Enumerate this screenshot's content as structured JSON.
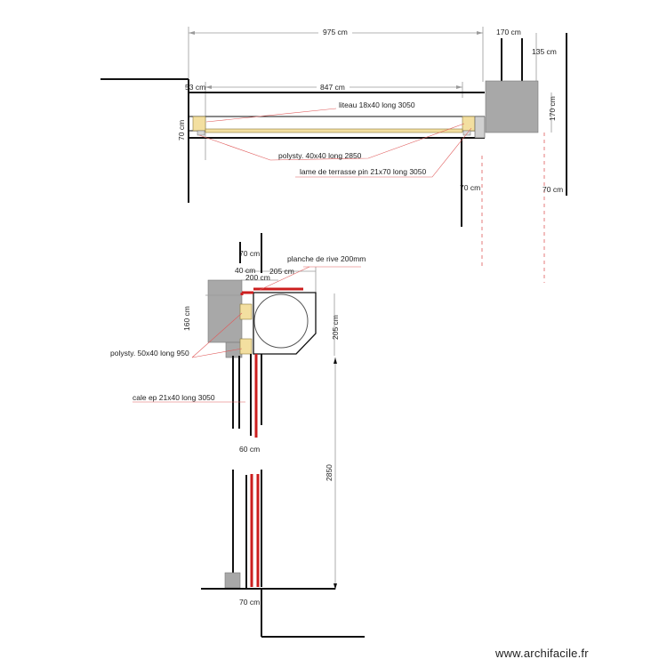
{
  "dimensions": {
    "top_width": "975 cm",
    "top_right_width": "170 cm",
    "top_right_height": "135 cm",
    "inner_width": "847 cm",
    "left_offset": "53 cm",
    "left_height": "70 cm",
    "block_height": "170 cm",
    "drop_a": "70 cm",
    "drop_b": "70 cm",
    "section_top": "70 cm",
    "section_40": "40 cm",
    "section_205_top": "205 cm",
    "section_200": "200 cm",
    "section_160": "160 cm",
    "section_205_right": "205 cm",
    "section_60": "60 cm",
    "section_2850": "2850",
    "bottom_70": "70 cm"
  },
  "labels": {
    "liteau": "liteau 18x40 long 3050",
    "polysty_top": "polysty. 40x40 long 2850",
    "lame": "lame de terrasse pin 21x70 long 3050",
    "planche": "planche de rive 200mm",
    "polysty_side": "polysty. 50x40 long 950",
    "cale": "cale ep 21x40 long 3050"
  },
  "footer": {
    "brand": "www.archifacile.fr"
  },
  "colors": {
    "dimension_line": "#9a9a9a",
    "leader_line": "#e05a5a",
    "red_profile": "#cc1e1e",
    "wood_fill": "#f3dfa0",
    "block_fill": "#a8a8a8"
  }
}
